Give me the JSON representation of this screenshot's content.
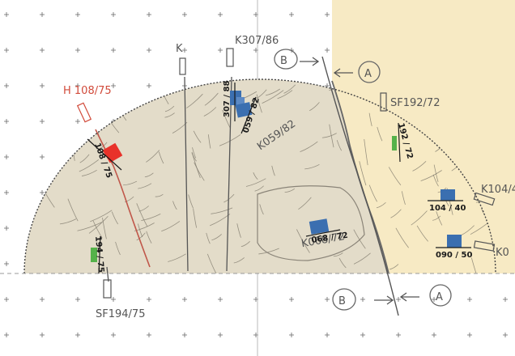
{
  "colors": {
    "background": "#ffffff",
    "grid_mark": "#666666",
    "wall_main": "#e3dcc9",
    "wall_alt": "#f7eac4",
    "outline": "#444444",
    "fracture": "#7b7568",
    "structure_blue": "#3b6fb0",
    "structure_red": "#e8322a",
    "structure_green": "#55b24a",
    "sketch": "#555555",
    "sketch_red": "#d14a3a"
  },
  "labels": {
    "h_108_75": "H 108/75",
    "k": "K",
    "k_307_86": "K307/86",
    "sf_192_72": "SF192/72",
    "k_104": "K104/4",
    "k_right": "K0",
    "sf_194_75": "SF194/75",
    "k_059_82": "K059/82",
    "k_068_72": "K068/72",
    "section_b": "B",
    "section_a": "A"
  },
  "symbols": [
    {
      "id": "blue-307-88",
      "value": "307 / 88",
      "kind": "blue"
    },
    {
      "id": "blue-059-82",
      "value": "059 / 82",
      "kind": "blue"
    },
    {
      "id": "red-108-75",
      "value": "108 / 75",
      "kind": "red"
    },
    {
      "id": "green-192-72",
      "value": "192 / 72",
      "kind": "green"
    },
    {
      "id": "blue-104-40",
      "value": "104 / 40",
      "kind": "blue"
    },
    {
      "id": "blue-068-72",
      "value": "068 / 72",
      "kind": "blue"
    },
    {
      "id": "blue-090-50",
      "value": "090 / 50",
      "kind": "blue"
    },
    {
      "id": "green-194-75",
      "value": "194 / 75",
      "kind": "green"
    }
  ]
}
